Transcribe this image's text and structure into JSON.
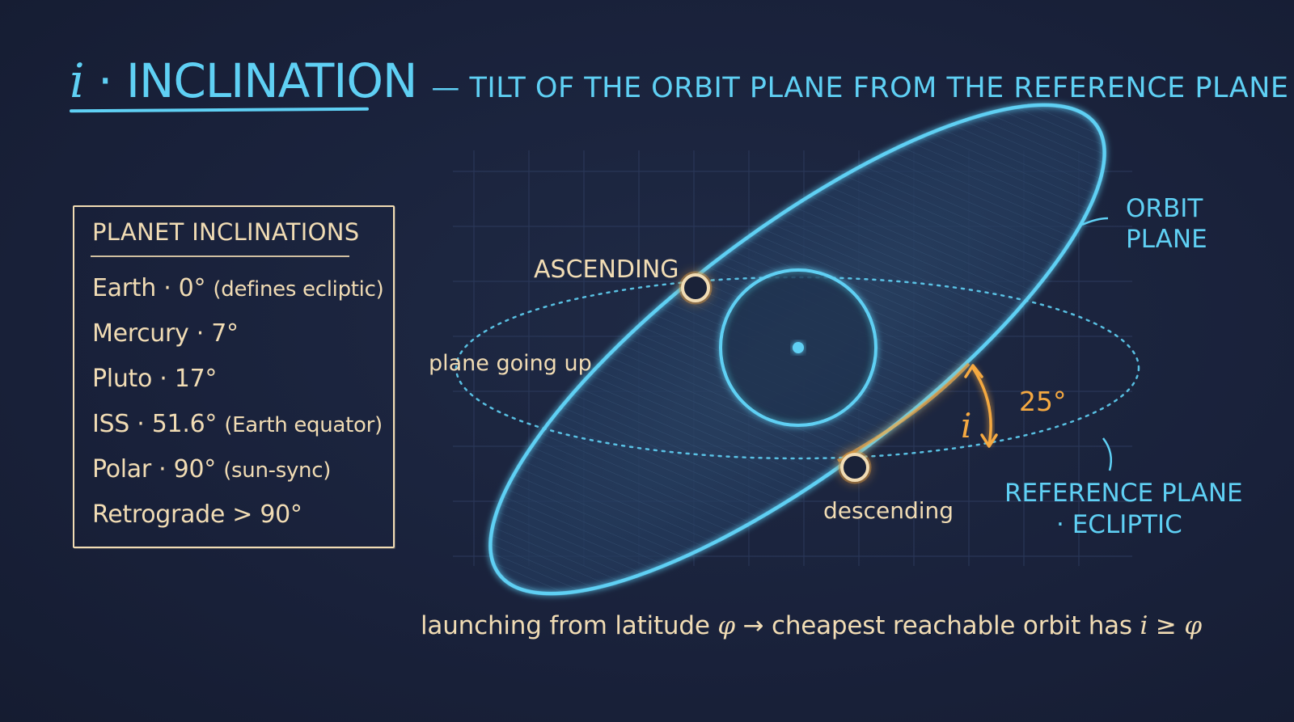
{
  "title": {
    "symbol": "i",
    "separator": "·",
    "main": "INCLINATION",
    "subtitle": "— TILT OF THE ORBIT PLANE FROM THE REFERENCE PLANE"
  },
  "legend": {
    "title": "PLANET INCLINATIONS",
    "items": [
      {
        "name": "Earth",
        "value": "0°",
        "note": "(defines ecliptic)"
      },
      {
        "name": "Mercury",
        "value": "7°",
        "note": ""
      },
      {
        "name": "Pluto",
        "value": "17°",
        "note": ""
      },
      {
        "name": "ISS",
        "value": "51.6°",
        "note": "(Earth equator)"
      },
      {
        "name": "Polar",
        "value": "90°",
        "note": "(sun-sync)"
      },
      {
        "name": "Retrograde",
        "value": "> 90°",
        "note": ""
      }
    ]
  },
  "diagram": {
    "orbit_plane_label": [
      "ORBIT",
      "PLANE"
    ],
    "reference_plane_label": [
      "REFERENCE PLANE",
      "· ECLIPTIC"
    ],
    "ascending_label": "ASCENDING",
    "descending_label": "descending",
    "plane_going_up_label": "plane going up",
    "angle_symbol": "i",
    "angle_value": "25°",
    "inclination_deg": 25
  },
  "bottom_note": {
    "prefix": "launching from latitude ",
    "phi": "φ",
    "middle": " → cheapest reachable orbit has ",
    "i": "i",
    "rel": " ≥ ",
    "phi2": "φ"
  },
  "colors": {
    "background": "#1a2238",
    "cyan": "#5fd0f4",
    "cream": "#f1dcb4",
    "orange": "#f5a941",
    "grid": "#2c3a5c"
  }
}
